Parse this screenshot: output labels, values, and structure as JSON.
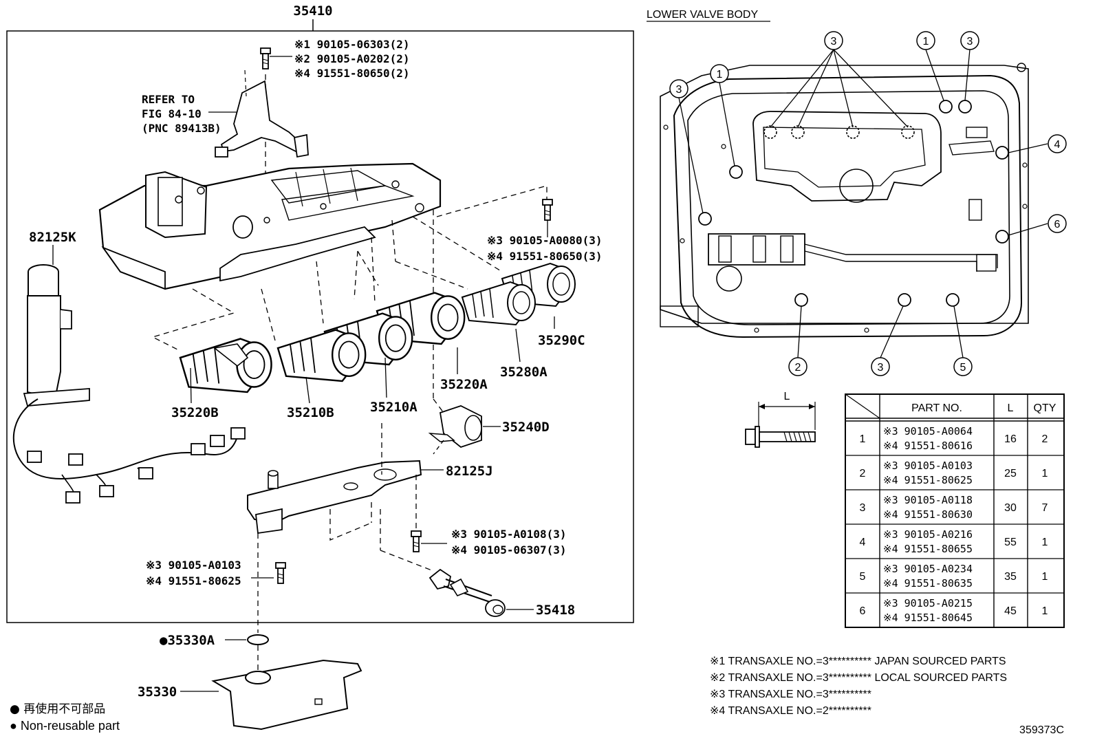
{
  "main_part_number": "35410",
  "bolt_group_top": [
    "※1 90105-06303(2)",
    "※2 90105-A0202(2)",
    "※4 91551-80650(2)"
  ],
  "refer_note": [
    "REFER TO",
    "FIG 84-10",
    "(PNC 89413B)"
  ],
  "bolt_group_right": [
    "※3 90105-A0080(3)",
    "※4 91551-80650(3)"
  ],
  "bolt_group_mid": [
    "※3 90105-A0108(3)",
    "※4 90105-06307(3)"
  ],
  "bolt_group_left": [
    "※3 90105-A0103",
    "※4 91551-80625"
  ],
  "part_labels": {
    "harness": "82125K",
    "sol_35290c": "35290C",
    "sol_35280a": "35280A",
    "sol_35220a": "35220A",
    "sol_35220b": "35220B",
    "sol_35210b": "35210B",
    "sol_35210a": "35210A",
    "sol_35240d": "35240D",
    "bracket": "82125J",
    "pipe": "35418",
    "oring": "●35330A",
    "strainer": "35330"
  },
  "legend": {
    "line1": "● 再使用不可部品",
    "line2": "● Non-reusable part"
  },
  "lower_valve_body": {
    "title": "LOWER VALVE BODY",
    "callouts": [
      "3",
      "1",
      "3",
      "1",
      "3",
      "4",
      "6",
      "2",
      "3",
      "5"
    ]
  },
  "bolt_dimension_label": "L",
  "table": {
    "headers": {
      "part_no": "PART NO.",
      "l": "L",
      "qty": "QTY"
    },
    "rows": [
      {
        "idx": "1",
        "p1": "※3  90105-A0064",
        "p2": "※4  91551-80616",
        "l": "16",
        "qty": "2"
      },
      {
        "idx": "2",
        "p1": "※3  90105-A0103",
        "p2": "※4  91551-80625",
        "l": "25",
        "qty": "1"
      },
      {
        "idx": "3",
        "p1": "※3  90105-A0118",
        "p2": "※4  91551-80630",
        "l": "30",
        "qty": "7"
      },
      {
        "idx": "4",
        "p1": "※3  90105-A0216",
        "p2": "※4  91551-80655",
        "l": "55",
        "qty": "1"
      },
      {
        "idx": "5",
        "p1": "※3  90105-A0234",
        "p2": "※4  91551-80635",
        "l": "35",
        "qty": "1"
      },
      {
        "idx": "6",
        "p1": "※3  90105-A0215",
        "p2": "※4  91551-80645",
        "l": "45",
        "qty": "1"
      }
    ]
  },
  "footnotes": [
    "※1 TRANSAXLE NO.=3**********  JAPAN SOURCED PARTS",
    "※2 TRANSAXLE NO.=3**********  LOCAL SOURCED PARTS",
    "※3 TRANSAXLE NO.=3**********",
    "※4 TRANSAXLE NO.=2**********"
  ],
  "figure_id": "359373C"
}
